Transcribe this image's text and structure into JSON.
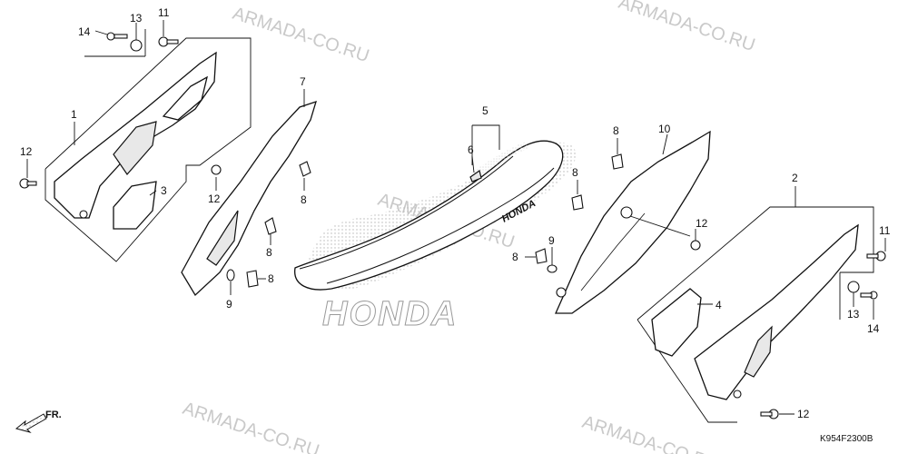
{
  "watermark": {
    "text": "ARMADA-CO.RU"
  },
  "seat_logo": {
    "text": "HONDA"
  },
  "diagram_code": "K954F2300B",
  "direction_label": "FR.",
  "callouts": {
    "p1": "1",
    "p2": "2",
    "p3": "3",
    "p4": "4",
    "p5": "5",
    "p6": "6",
    "p7": "7",
    "p8a": "8",
    "p8b": "8",
    "p8c": "8",
    "p8d": "8",
    "p8e": "8",
    "p8f": "8",
    "p9a": "9",
    "p9b": "9",
    "p10": "10",
    "p11a": "11",
    "p11b": "11",
    "p12a": "12",
    "p12b": "12",
    "p12c": "12",
    "p12d": "12",
    "p13a": "13",
    "p13b": "13",
    "p14a": "14",
    "p14b": "14"
  }
}
